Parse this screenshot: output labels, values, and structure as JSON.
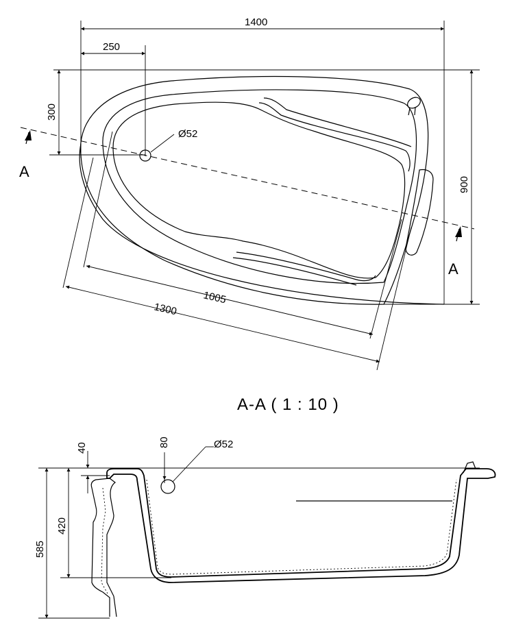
{
  "top_view": {
    "dims": {
      "overall_length": "1400",
      "drain_offset_x": "250",
      "drain_offset_y": "300",
      "overall_width": "900",
      "inner_length": "1005",
      "outer_length": "1300",
      "drain_diameter": "Ø52"
    },
    "section_marker_left": "A",
    "section_marker_right": "A"
  },
  "section_view": {
    "title": "A-A  ( 1 : 10 )",
    "dims": {
      "rim_thickness": "40",
      "drain_height": "80",
      "inner_depth": "420",
      "total_height": "585",
      "drain_diameter": "Ø52"
    }
  }
}
